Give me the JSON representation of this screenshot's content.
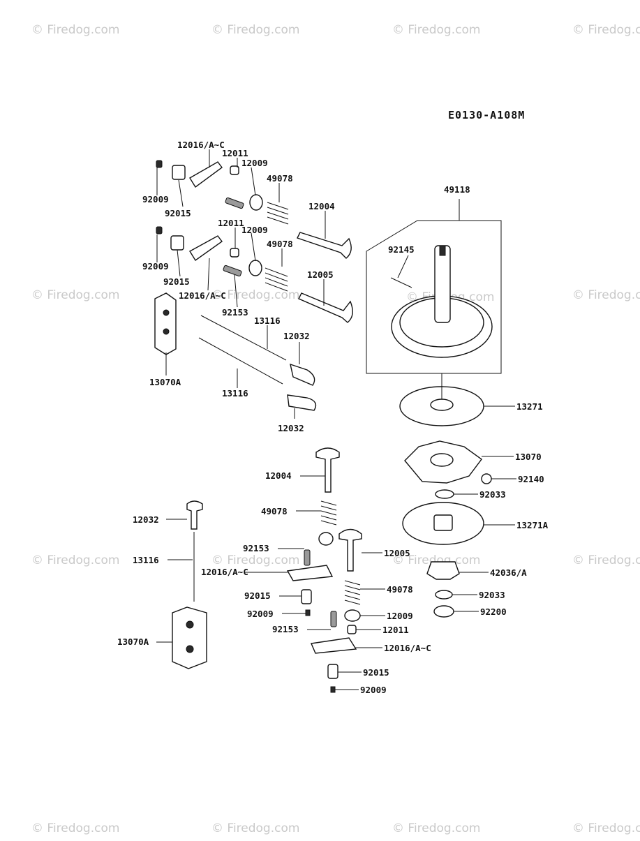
{
  "diagram": {
    "code": "E0130-A108M",
    "watermark": "© Firedog.com"
  },
  "labels": [
    {
      "id": "l01",
      "text": "12016/A~C"
    },
    {
      "id": "l02",
      "text": "12011"
    },
    {
      "id": "l03",
      "text": "12009"
    },
    {
      "id": "l04",
      "text": "49078"
    },
    {
      "id": "l05",
      "text": "92009"
    },
    {
      "id": "l06",
      "text": "92015"
    },
    {
      "id": "l07",
      "text": "12004"
    },
    {
      "id": "l08",
      "text": "12011"
    },
    {
      "id": "l09",
      "text": "12009"
    },
    {
      "id": "l10",
      "text": "49078"
    },
    {
      "id": "l11",
      "text": "92009"
    },
    {
      "id": "l12",
      "text": "92015"
    },
    {
      "id": "l13",
      "text": "12016/A~C"
    },
    {
      "id": "l14",
      "text": "12005"
    },
    {
      "id": "l15",
      "text": "92153"
    },
    {
      "id": "l16",
      "text": "13116"
    },
    {
      "id": "l17",
      "text": "12032"
    },
    {
      "id": "l18",
      "text": "13070A"
    },
    {
      "id": "l19",
      "text": "13116"
    },
    {
      "id": "l20",
      "text": "12032"
    },
    {
      "id": "l21",
      "text": "49118"
    },
    {
      "id": "l22",
      "text": "92145"
    },
    {
      "id": "l23",
      "text": "13271"
    },
    {
      "id": "l24",
      "text": "13070"
    },
    {
      "id": "l25",
      "text": "92140"
    },
    {
      "id": "l26",
      "text": "92033"
    },
    {
      "id": "l27",
      "text": "13271A"
    },
    {
      "id": "l28",
      "text": "42036/A"
    },
    {
      "id": "l29",
      "text": "92033"
    },
    {
      "id": "l30",
      "text": "92200"
    },
    {
      "id": "l31",
      "text": "12004"
    },
    {
      "id": "l32",
      "text": "49078"
    },
    {
      "id": "l33",
      "text": "12032"
    },
    {
      "id": "l34",
      "text": "92153"
    },
    {
      "id": "l35",
      "text": "12005"
    },
    {
      "id": "l36",
      "text": "13116"
    },
    {
      "id": "l37",
      "text": "12016/A~C"
    },
    {
      "id": "l38",
      "text": "49078"
    },
    {
      "id": "l39",
      "text": "92015"
    },
    {
      "id": "l40",
      "text": "92009"
    },
    {
      "id": "l41",
      "text": "12009"
    },
    {
      "id": "l42",
      "text": "92153"
    },
    {
      "id": "l43",
      "text": "12011"
    },
    {
      "id": "l44",
      "text": "13070A"
    },
    {
      "id": "l45",
      "text": "12016/A~C"
    },
    {
      "id": "l46",
      "text": "92015"
    },
    {
      "id": "l47",
      "text": "92009"
    }
  ]
}
